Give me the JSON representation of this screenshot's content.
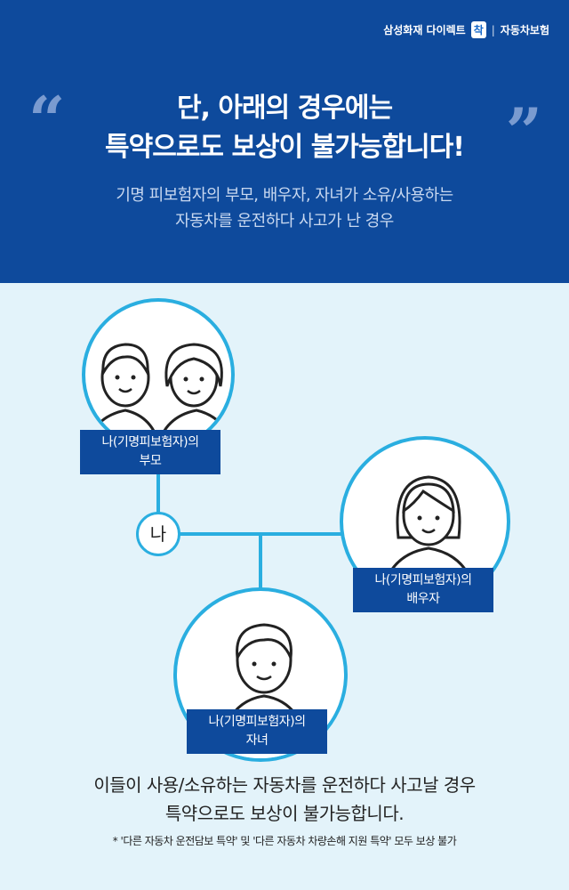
{
  "brand": {
    "company": "삼성화재 다이렉트",
    "badge": "착",
    "product": "자동차보험"
  },
  "header": {
    "quote_open": "“",
    "quote_close": "”",
    "title_line1": "단, 아래의 경우에는",
    "title_line2": "특약으로도 보상이 불가능합니다!",
    "sub_line1": "기명 피보험자의 부모, 배우자, 자녀가 소유/사용하는",
    "sub_line2": "자동차를 운전하다 사고가 난 경우"
  },
  "diagram": {
    "me": "나",
    "parents": {
      "line1": "나(기명피보험자)의",
      "line2": "부모"
    },
    "spouse": {
      "line1": "나(기명피보험자)의",
      "line2": "배우자"
    },
    "child": {
      "line1": "나(기명피보험자)의",
      "line2": "자녀"
    }
  },
  "footer": {
    "line1": "이들이 사용/소유하는 자동차를 운전하다 사고날 경우",
    "line2": "특약으로도 보상이 불가능합니다.",
    "note": "* '다른 자동차 운전담보 특약' 및 '다른 자동차 차량손해 지원 특약' 모두 보상 불가"
  },
  "colors": {
    "header": "#0e4a9c",
    "accent": "#2aaee0",
    "background": "#e3f3fa"
  }
}
